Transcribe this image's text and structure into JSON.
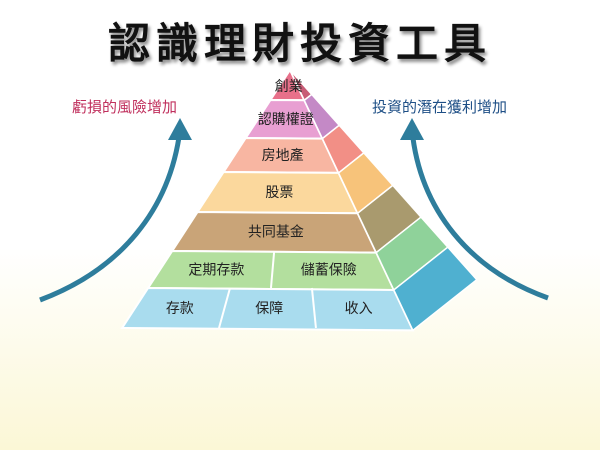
{
  "title": "認識理財投資工具",
  "left_caption": "虧損的風險增加",
  "right_caption": "投資的潛在獲利增加",
  "tiers": [
    {
      "items": [
        "創業"
      ],
      "front": "#e8708a",
      "side": "#c85c76"
    },
    {
      "items": [
        "認購權證"
      ],
      "front": "#e89fd2",
      "side": "#c489c6"
    },
    {
      "items": [
        "房地產"
      ],
      "front": "#f8b6a2",
      "side": "#f28f86"
    },
    {
      "items": [
        "股票"
      ],
      "front": "#fbd89d",
      "side": "#f7c37a"
    },
    {
      "items": [
        "共同基金"
      ],
      "front": "#c9a478",
      "side": "#a99a6e"
    },
    {
      "items": [
        "定期存款",
        "儲蓄保險"
      ],
      "front": "#b3df9e",
      "side": "#8fd29a"
    },
    {
      "items": [
        "存款",
        "保障",
        "收入"
      ],
      "front": "#a9dcee",
      "side": "#4fb0d0"
    }
  ],
  "arrow_color": "#2e7d9c"
}
